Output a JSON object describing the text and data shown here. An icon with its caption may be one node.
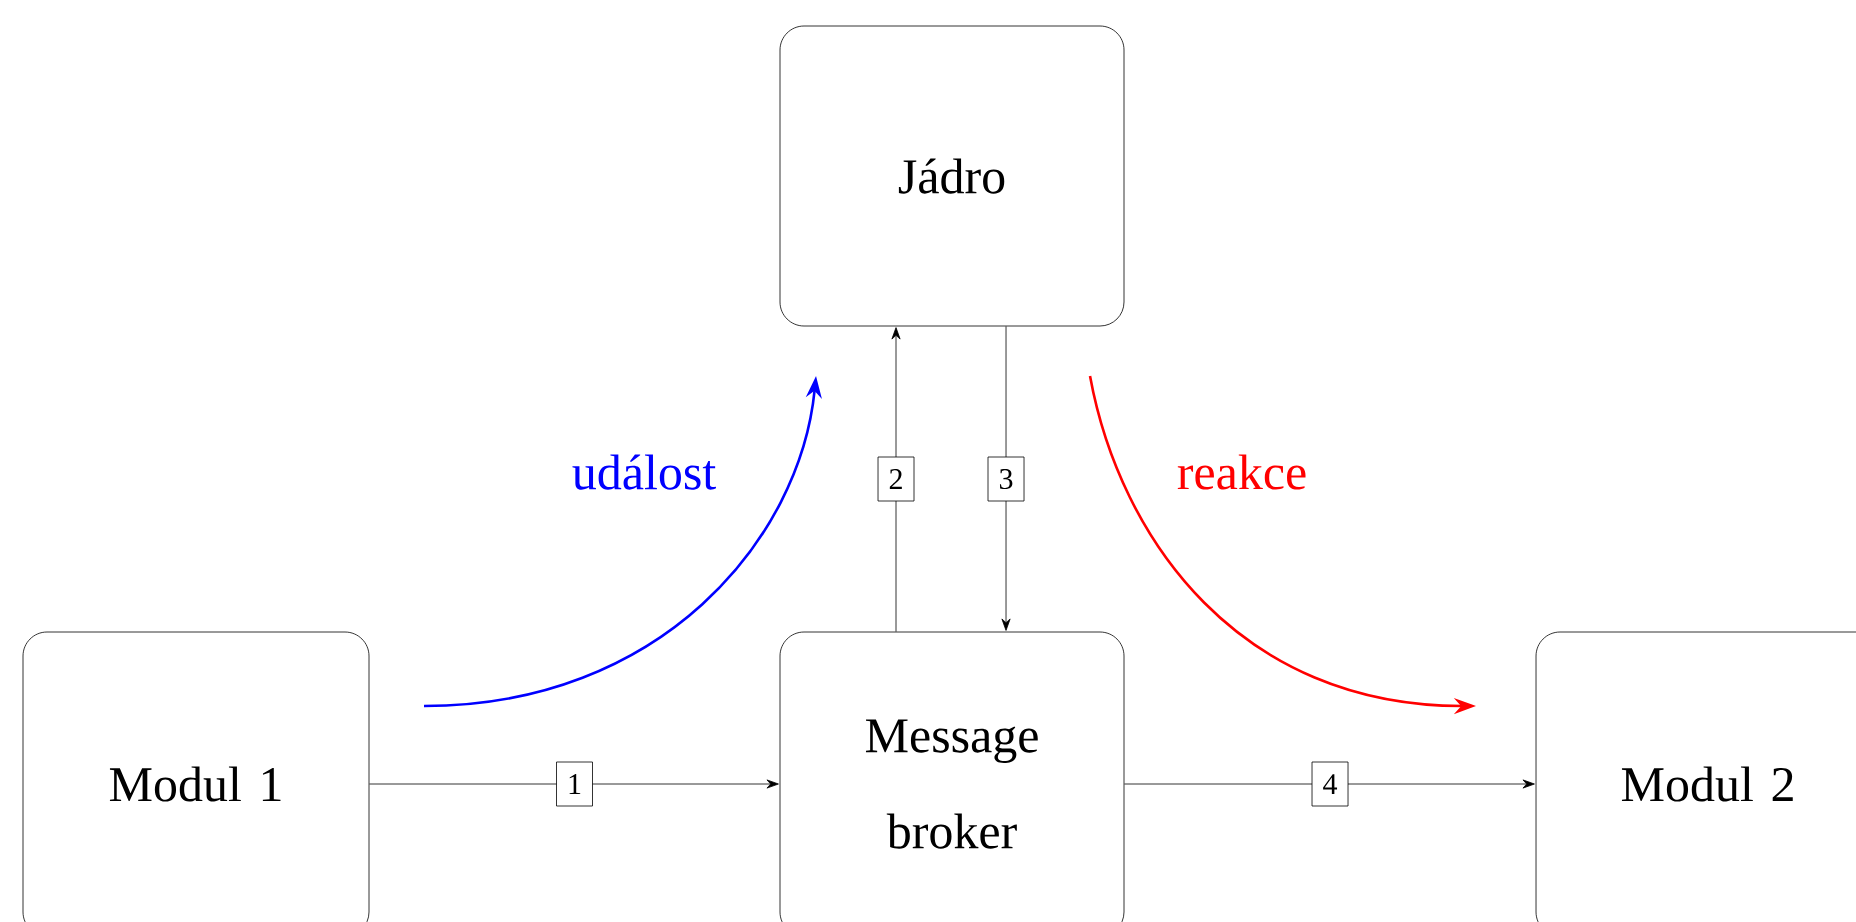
{
  "diagram": {
    "nodes": [
      {
        "text": [
          "Modul 1"
        ]
      },
      {
        "text": [
          "Message broker"
        ]
      },
      {
        "text": [
          "Jádro"
        ]
      },
      {
        "text": [
          "Modul 2"
        ]
      }
    ],
    "edges": [
      {
        "from": 0,
        "to": 1,
        "arrow": "to",
        "label": "1"
      },
      {
        "from": 1,
        "to": 2,
        "arrow": "to",
        "label": "2"
      },
      {
        "from": 2,
        "to": 1,
        "arrow": "to",
        "label": "3"
      },
      {
        "from": 1,
        "to": 3,
        "arrow": "to",
        "label": "4"
      }
    ],
    "labels": [
      "událost",
      "reakce"
    ]
  }
}
